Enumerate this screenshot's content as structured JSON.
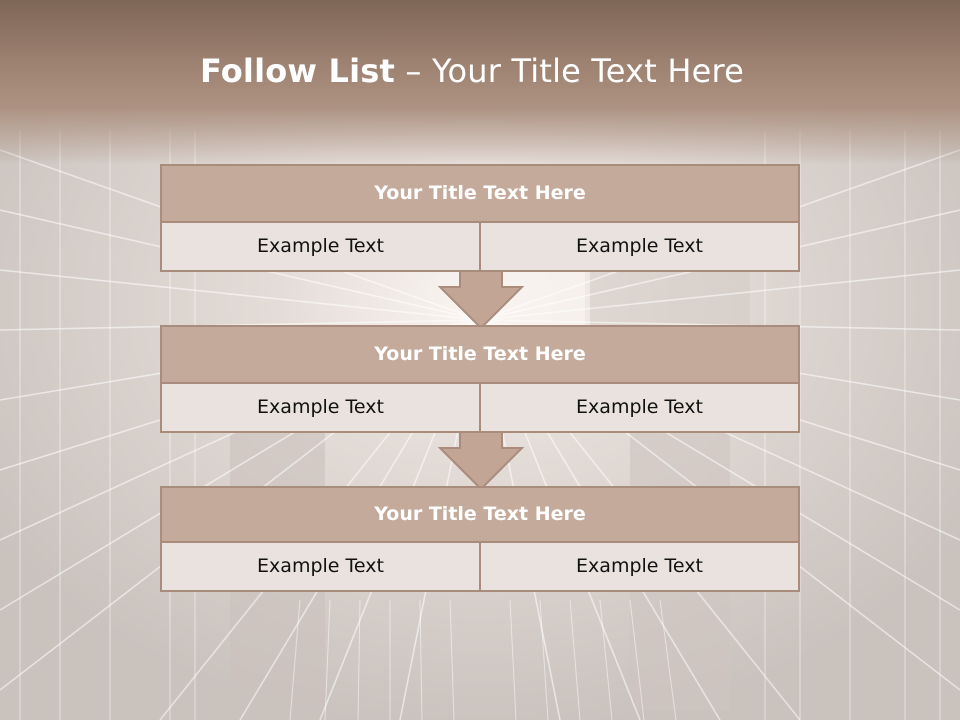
{
  "title": {
    "bold": "Follow List",
    "light": " – Your Title Text Here"
  },
  "colors": {
    "header": "#9b7f6f",
    "block_title": "#c4aa9b",
    "block_border": "#a98c7b",
    "arrow": "#c2a595"
  },
  "blocks": [
    {
      "title": "Your Title Text Here",
      "left": "Example Text",
      "right": "Example Text"
    },
    {
      "title": "Your Title Text Here",
      "left": "Example Text",
      "right": "Example Text"
    },
    {
      "title": "Your Title Text Here",
      "left": "Example Text",
      "right": "Example Text"
    }
  ],
  "icons": [
    "down-arrow-icon",
    "down-arrow-icon"
  ]
}
